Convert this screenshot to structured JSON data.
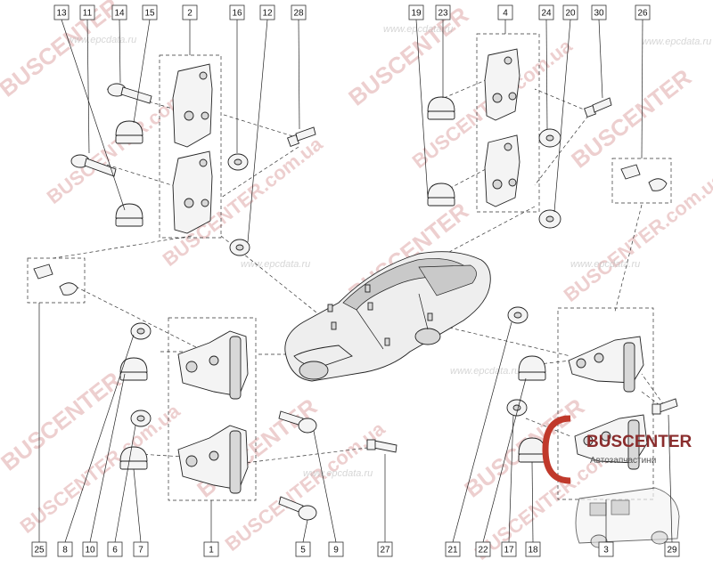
{
  "watermarks": {
    "brand": "BUSCENTER",
    "domain": "BUSCENTER.com.ua",
    "site": "www.epcdata.ru"
  },
  "logo": {
    "name": "BUSCENTER",
    "tagline": "Автозапчастини"
  },
  "callouts": {
    "top_left": [
      "13",
      "11",
      "14",
      "15",
      "2",
      "16",
      "12",
      "28"
    ],
    "top_right": [
      "19",
      "23",
      "4",
      "24",
      "20",
      "30",
      "26"
    ],
    "bottom": [
      "25",
      "8",
      "10",
      "6",
      "7",
      "1",
      "5",
      "9",
      "27",
      "21",
      "22",
      "17",
      "18",
      "3",
      "29"
    ]
  },
  "colors": {
    "watermark": "#c96b6b",
    "line": "#222222",
    "logo_accent": "#c0392b"
  }
}
